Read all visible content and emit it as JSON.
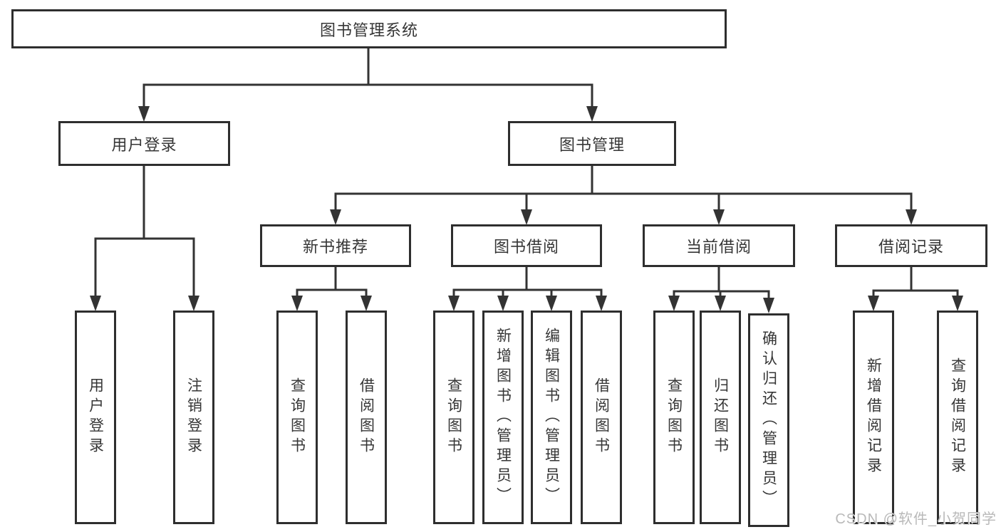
{
  "diagram": {
    "root": {
      "label": "图书管理系统"
    },
    "level1": [
      {
        "label": "用户登录"
      },
      {
        "label": "图书管理"
      }
    ],
    "level2": [
      {
        "label": "新书推荐"
      },
      {
        "label": "图书借阅"
      },
      {
        "label": "当前借阅"
      },
      {
        "label": "借阅记录"
      }
    ],
    "leaves": {
      "user_login": [
        "用户登录",
        "注销登录"
      ],
      "new_book": [
        "查询图书",
        "借阅图书"
      ],
      "book_borrow": [
        "查询图书",
        "新增图书（管理员）",
        "编辑图书（管理员）",
        "借阅图书"
      ],
      "current_borrow": [
        "查询图书",
        "归还图书",
        "确认归还（管理员）"
      ],
      "records": [
        "新增借阅记录",
        "查询借阅记录"
      ]
    }
  },
  "colors": {
    "line": "#333333",
    "border": "#2e2e2e",
    "text": "#363636",
    "fill": "#ffffff",
    "watermark": "#b9b9b9"
  },
  "watermark": {
    "text": "CSDN @软件_小贺同学"
  }
}
